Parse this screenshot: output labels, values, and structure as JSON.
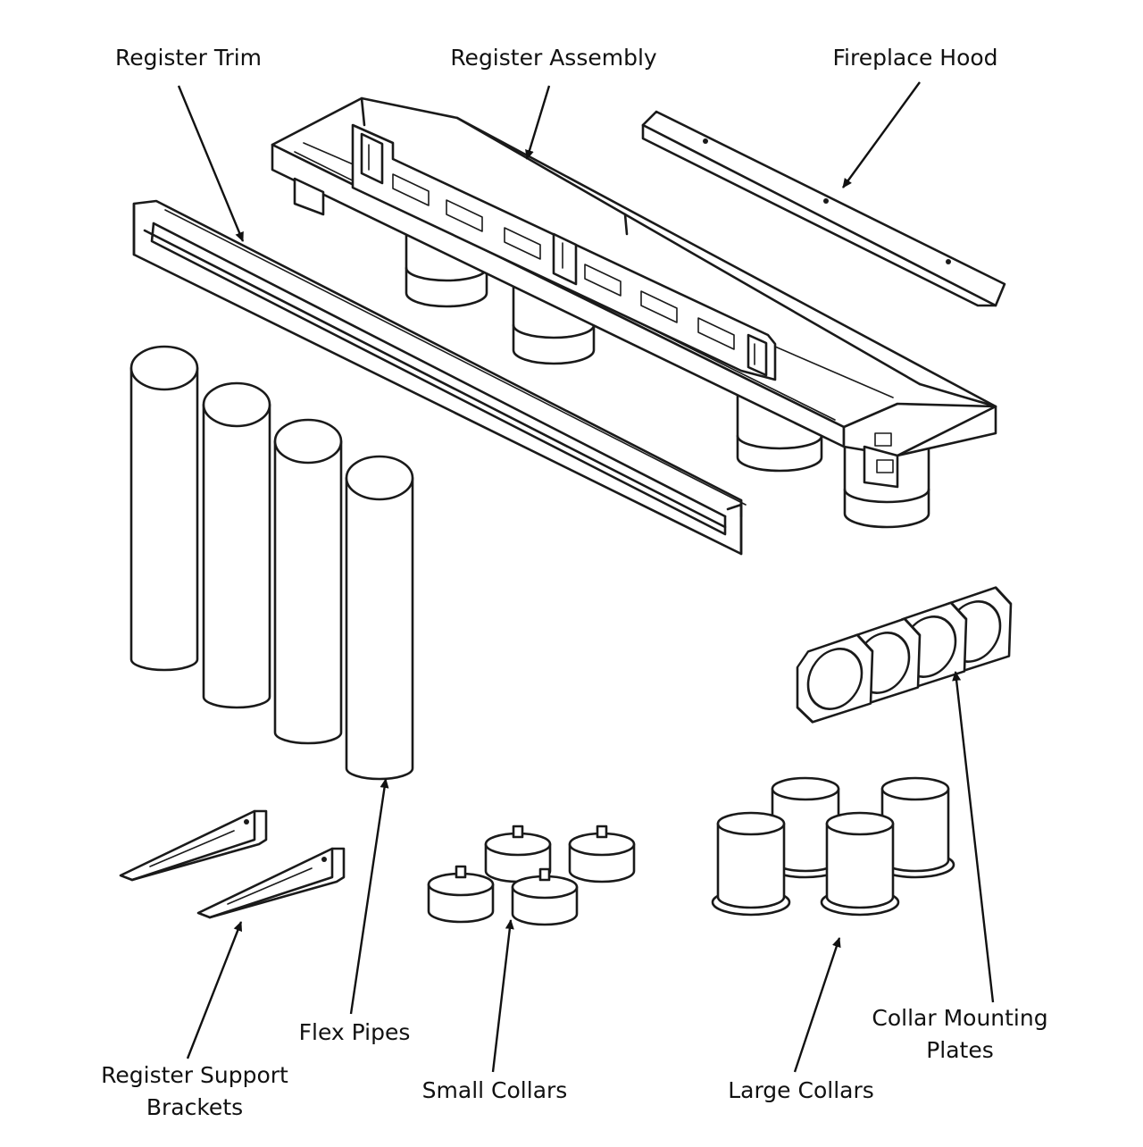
{
  "labels": {
    "register_trim": "Register Trim",
    "register_assembly": "Register Assembly",
    "fireplace_hood": "Fireplace Hood",
    "flex_pipes": "Flex Pipes",
    "register_support_brackets_line1": "Register Support",
    "register_support_brackets_line2": "Brackets",
    "small_collars": "Small Collars",
    "large_collars": "Large Collars",
    "collar_mounting_plates_line1": "Collar Mounting",
    "collar_mounting_plates_line2": "Plates"
  }
}
